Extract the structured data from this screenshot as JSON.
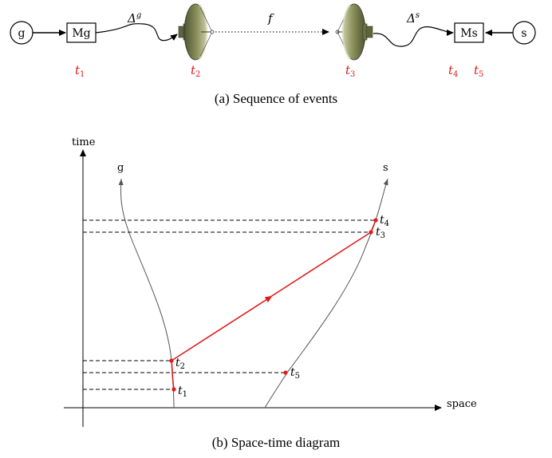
{
  "top": {
    "ground_node": "g",
    "ground_box": "Mg",
    "delta_g": "Δ",
    "delta_g_sup": "g",
    "link_label": "f",
    "delta_s": "Δ",
    "delta_s_sup": "s",
    "sat_box": "Ms",
    "sat_node": "s",
    "times": [
      {
        "t": "t",
        "sub": "1"
      },
      {
        "t": "t",
        "sub": "2"
      },
      {
        "t": "t",
        "sub": "3"
      },
      {
        "t": "t",
        "sub": "4"
      },
      {
        "t": "t",
        "sub": "5"
      }
    ]
  },
  "captions": {
    "a": "(a) Sequence of events",
    "b": "(b) Space-time diagram"
  },
  "diagram": {
    "y_axis_label": "time",
    "x_axis_label": "space",
    "g_label": "g",
    "s_label": "s",
    "points": [
      {
        "t": "t",
        "sub": "1"
      },
      {
        "t": "t",
        "sub": "2"
      },
      {
        "t": "t",
        "sub": "5"
      },
      {
        "t": "t",
        "sub": "3"
      },
      {
        "t": "t",
        "sub": "4"
      }
    ]
  },
  "colors": {
    "event_red": "#e01b1b",
    "antenna_dark": "#5e6538",
    "antenna_mid": "#8a8f5a",
    "antenna_light": "#c9cba6"
  }
}
